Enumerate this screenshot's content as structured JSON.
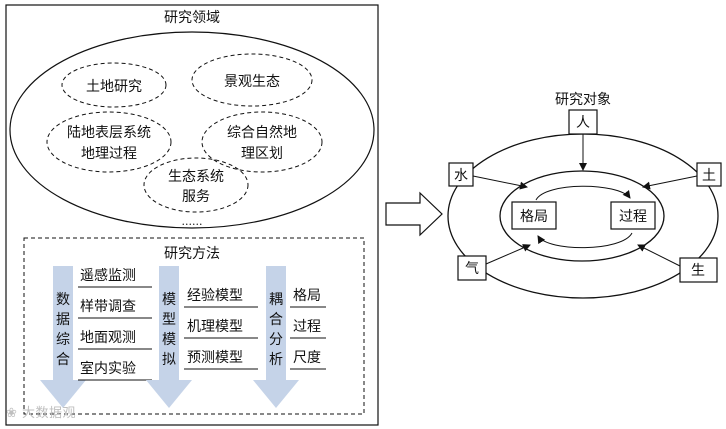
{
  "left_panel": {
    "title": "研究领域",
    "fields": [
      "土地研究",
      "景观生态",
      "陆地表层系统",
      "地理过程",
      "综合自然地",
      "理区划",
      "生态系统",
      "服务"
    ],
    "ellipsis": "......",
    "methods_title": "研究方法",
    "col1_label": [
      "数",
      "据",
      "综",
      "合"
    ],
    "col1_items": [
      "遥感监测",
      "样带调查",
      "地面观测",
      "室内实验"
    ],
    "col2_label": [
      "模",
      "型",
      "模",
      "拟"
    ],
    "col2_items": [
      "经验模型",
      "机理模型",
      "预测模型"
    ],
    "col3_label": [
      "耦",
      "合",
      "分",
      "析"
    ],
    "col3_items": [
      "格局",
      "过程",
      "尺度"
    ]
  },
  "right_panel": {
    "title": "研究对象",
    "factors": {
      "top": "人",
      "left_top": "水",
      "right_top": "土",
      "left_bottom": "气",
      "right_bottom": "生"
    },
    "core": {
      "left": "格局",
      "right": "过程"
    }
  },
  "watermark": "大数据观",
  "colors": {
    "arrow": "#c5d3e8",
    "line": "#111111"
  }
}
